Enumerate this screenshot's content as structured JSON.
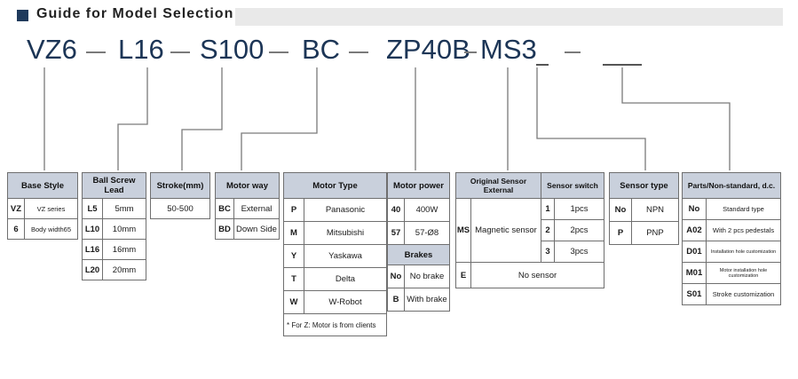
{
  "title": "Guide for Model Selection",
  "codes": {
    "c1": "VZ6",
    "c2": "L16",
    "c3": "S100",
    "c4": "BC",
    "c5": "ZP40B",
    "c6": "MS3"
  },
  "base_style": {
    "header": "Base Style",
    "rows": [
      {
        "k": "VZ",
        "v": "VZ series"
      },
      {
        "k": "6",
        "v": "Body width65"
      }
    ]
  },
  "ball_screw": {
    "header": "Ball Screw Lead",
    "rows": [
      {
        "k": "L5",
        "v": "5mm"
      },
      {
        "k": "L10",
        "v": "10mm"
      },
      {
        "k": "L16",
        "v": "16mm"
      },
      {
        "k": "L20",
        "v": "20mm"
      }
    ]
  },
  "stroke": {
    "header": "Stroke(mm)",
    "value": "50-500"
  },
  "motor_way": {
    "header": "Motor way",
    "rows": [
      {
        "k": "BC",
        "v": "External"
      },
      {
        "k": "BD",
        "v": "Down Side"
      }
    ]
  },
  "motor_type": {
    "header": "Motor Type",
    "rows": [
      {
        "k": "P",
        "v": "Panasonic"
      },
      {
        "k": "M",
        "v": "Mitsubishi"
      },
      {
        "k": "Y",
        "v": "Yaskawa"
      },
      {
        "k": "T",
        "v": "Delta"
      },
      {
        "k": "W",
        "v": "W-Robot"
      }
    ],
    "note": "* For Z: Motor is from clients"
  },
  "motor_power": {
    "header": "Motor power",
    "rows": [
      {
        "k": "40",
        "v": "400W"
      },
      {
        "k": "57",
        "v": "57-Ø8"
      }
    ]
  },
  "brakes": {
    "header": "Brakes",
    "rows": [
      {
        "k": "No",
        "v": "No brake"
      },
      {
        "k": "B",
        "v": "With brake"
      }
    ]
  },
  "sensor_ext": {
    "header": "Original Sensor External",
    "ms_key": "MS",
    "ms_value": "Magnetic sensor",
    "e_key": "E",
    "e_value": "No sensor"
  },
  "sensor_switch": {
    "header": "Sensor switch",
    "rows": [
      {
        "k": "1",
        "v": "1pcs"
      },
      {
        "k": "2",
        "v": "2pcs"
      },
      {
        "k": "3",
        "v": "3pcs"
      }
    ]
  },
  "sensor_type": {
    "header": "Sensor type",
    "rows": [
      {
        "k": "No",
        "v": "NPN"
      },
      {
        "k": "P",
        "v": "PNP"
      }
    ]
  },
  "parts": {
    "header": "Parts/Non-standard, d.c.",
    "rows": [
      {
        "k": "No",
        "v": "Standard type"
      },
      {
        "k": "A02",
        "v": "With 2 pcs pedestals"
      },
      {
        "k": "D01",
        "v": "Installation hole customization"
      },
      {
        "k": "M01",
        "v": "Motor installation hole customization"
      },
      {
        "k": "S01",
        "v": "Stroke customization"
      }
    ]
  },
  "colors": {
    "header_fill": "#c9d0dc",
    "code_text": "#1c3556",
    "title_square": "#1f3a5c"
  }
}
